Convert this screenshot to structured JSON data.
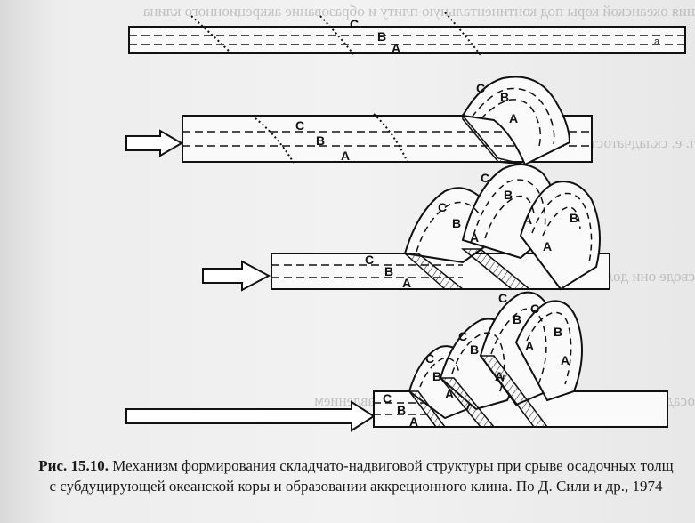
{
  "figure": {
    "panel_label": "a",
    "layer_labels": {
      "upper": "C",
      "middle": "B",
      "lower": "A"
    }
  },
  "caption": {
    "number": "Рис. 15.10.",
    "text": " Механизм формирования складчато-надвиговой структуры при срыве осадочных толщ с субдуцирующей океанской коры и образовании аккреционного клина. По Д. Сили и др., 1974"
  }
}
